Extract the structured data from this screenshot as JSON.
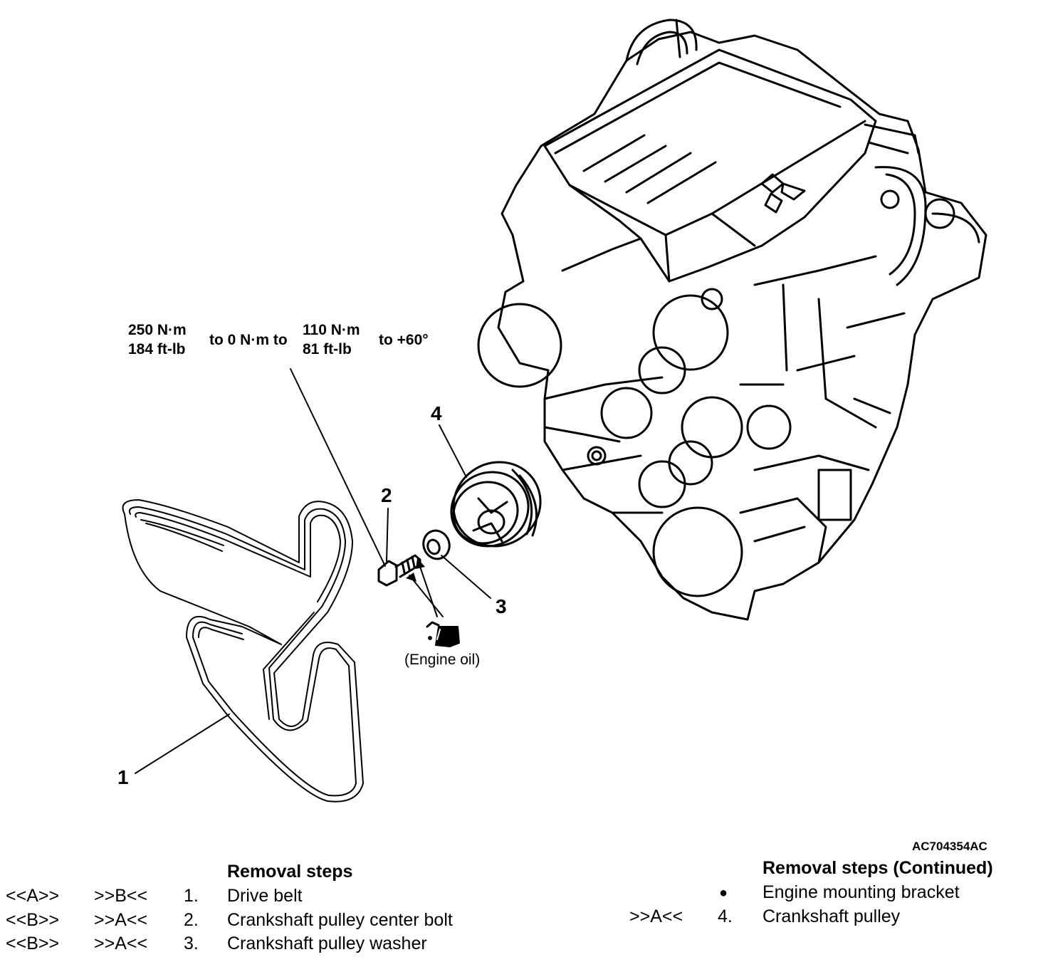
{
  "torque": {
    "step1": [
      "250 N·m",
      "184 ft-lb"
    ],
    "step2": "to 0 N·m to",
    "step3": [
      "110 N·m",
      "81 ft-lb"
    ],
    "step4": "to +60°"
  },
  "callouts": [
    "1",
    "2",
    "3",
    "4"
  ],
  "oil_label": "(Engine oil)",
  "figure_code": "AC704354AC",
  "removal_left": {
    "header": "Removal steps",
    "rows": [
      {
        "install": "<<A>>",
        "removal": ">>B<<",
        "num": "1.",
        "name": "Drive belt"
      },
      {
        "install": "<<B>>",
        "removal": ">>A<<",
        "num": "2.",
        "name": "Crankshaft pulley center bolt"
      },
      {
        "install": "<<B>>",
        "removal": ">>A<<",
        "num": "3.",
        "name": "Crankshaft pulley washer"
      }
    ]
  },
  "removal_right": {
    "header": "Removal steps (Continued)",
    "rows": [
      {
        "removal": "",
        "num": "●",
        "name": "Engine mounting bracket"
      },
      {
        "removal": ">>A<<",
        "num": "4.",
        "name": "Crankshaft pulley"
      }
    ]
  }
}
